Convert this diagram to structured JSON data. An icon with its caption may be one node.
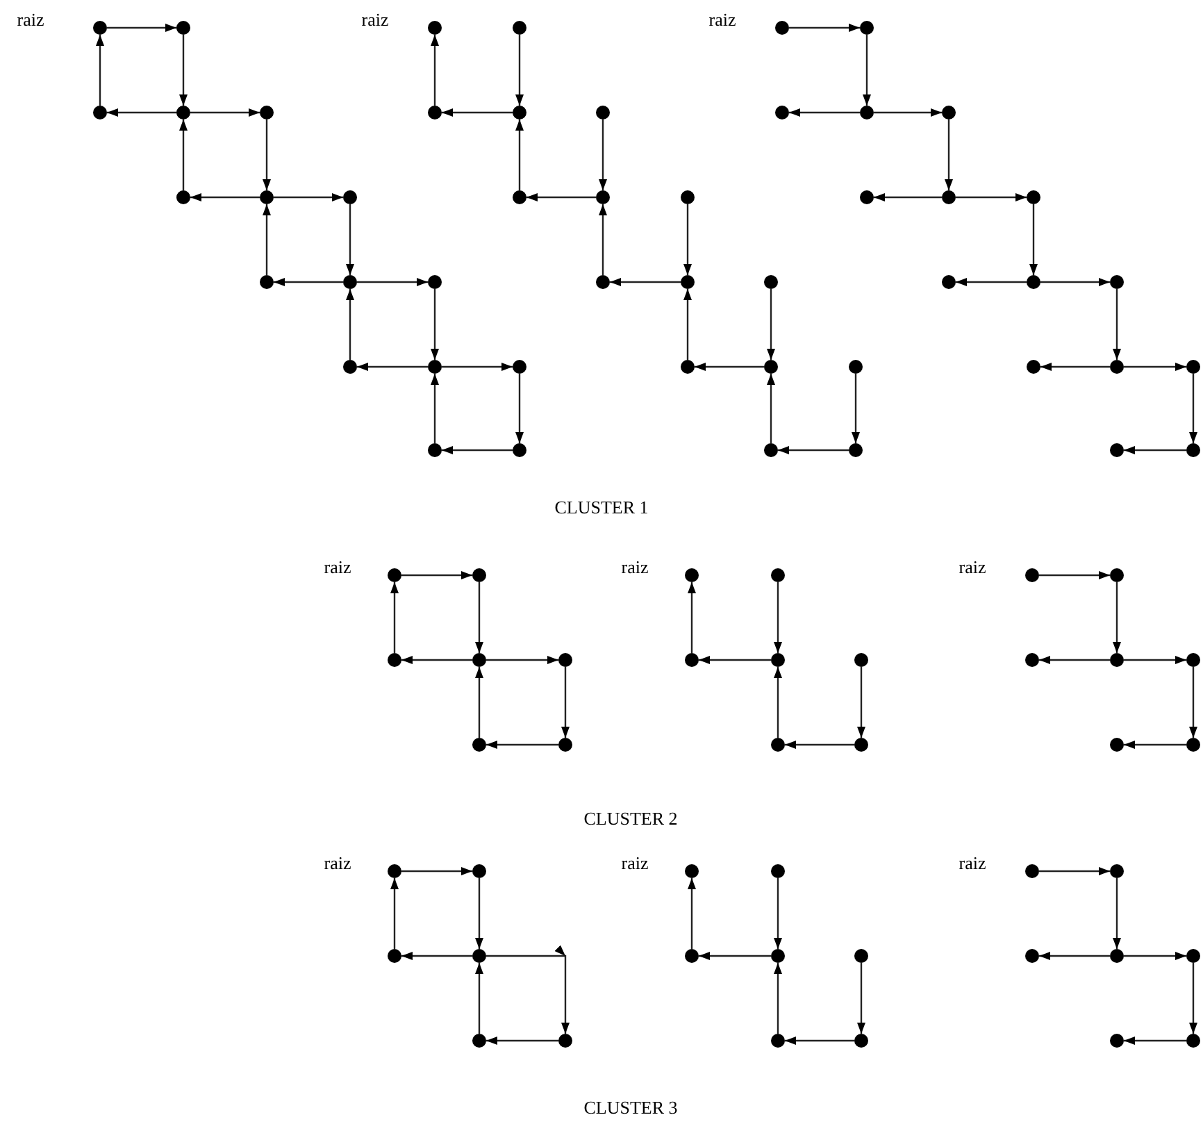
{
  "diagram": {
    "nodes": [
      {
        "text": [],
        "shape": "circle"
      },
      {
        "text": [],
        "shape": "circle"
      },
      {
        "text": [],
        "shape": "circle"
      },
      {
        "text": [],
        "shape": "circle"
      },
      {
        "text": [],
        "shape": "circle"
      },
      {
        "text": [],
        "shape": "circle"
      },
      {
        "text": [],
        "shape": "circle"
      },
      {
        "text": [],
        "shape": "circle"
      },
      {
        "text": [],
        "shape": "circle"
      },
      {
        "text": [],
        "shape": "circle"
      },
      {
        "text": [],
        "shape": "circle"
      },
      {
        "text": [],
        "shape": "circle"
      },
      {
        "text": [],
        "shape": "circle"
      },
      {
        "text": [],
        "shape": "circle"
      },
      {
        "text": [],
        "shape": "circle"
      },
      {
        "text": [],
        "shape": "circle"
      },
      {
        "text": [],
        "shape": "circle"
      },
      {
        "text": [],
        "shape": "circle"
      },
      {
        "text": [],
        "shape": "circle"
      },
      {
        "text": [],
        "shape": "circle"
      },
      {
        "text": [],
        "shape": "circle"
      },
      {
        "text": [],
        "shape": "circle"
      },
      {
        "text": [],
        "shape": "circle"
      },
      {
        "text": [],
        "shape": "circle"
      },
      {
        "text": [],
        "shape": "circle"
      },
      {
        "text": [],
        "shape": "circle"
      },
      {
        "text": [],
        "shape": "circle"
      },
      {
        "text": [],
        "shape": "circle"
      },
      {
        "text": [],
        "shape": "circle"
      },
      {
        "text": [],
        "shape": "circle"
      },
      {
        "text": [],
        "shape": "circle"
      },
      {
        "text": [],
        "shape": "circle"
      },
      {
        "text": [],
        "shape": "circle"
      },
      {
        "text": [],
        "shape": "circle"
      },
      {
        "text": [],
        "shape": "circle"
      },
      {
        "text": [],
        "shape": "circle"
      },
      {
        "text": [],
        "shape": "circle"
      },
      {
        "text": [],
        "shape": "circle"
      },
      {
        "text": [],
        "shape": "circle"
      },
      {
        "text": [],
        "shape": "circle"
      },
      {
        "text": [],
        "shape": "circle"
      },
      {
        "text": [],
        "shape": "circle"
      },
      {
        "text": [],
        "shape": "circle"
      },
      {
        "text": [],
        "shape": "circle"
      },
      {
        "text": [],
        "shape": "circle"
      },
      {
        "text": [],
        "shape": "circle"
      },
      {
        "text": [],
        "shape": "circle"
      },
      {
        "text": [],
        "shape": "circle"
      },
      {
        "text": [],
        "shape": "circle"
      },
      {
        "text": [],
        "shape": "circle"
      },
      {
        "text": [],
        "shape": "circle"
      },
      {
        "text": [],
        "shape": "circle"
      },
      {
        "text": [],
        "shape": "circle"
      },
      {
        "text": [],
        "shape": "circle"
      },
      {
        "text": [],
        "shape": "circle"
      },
      {
        "text": [],
        "shape": "circle"
      },
      {
        "text": [],
        "shape": "circle"
      },
      {
        "text": [],
        "shape": "circle"
      },
      {
        "text": [],
        "shape": "circle"
      },
      {
        "text": [],
        "shape": "circle"
      },
      {
        "text": [],
        "shape": "circle"
      },
      {
        "text": [],
        "shape": "circle"
      },
      {
        "text": [],
        "shape": "circle"
      },
      {
        "text": [],
        "shape": "circle"
      },
      {
        "text": [],
        "shape": "circle"
      },
      {
        "text": [],
        "shape": "circle"
      },
      {
        "text": [],
        "shape": "circle"
      },
      {
        "text": [],
        "shape": "circle"
      },
      {
        "text": [],
        "shape": "circle"
      },
      {
        "text": [],
        "shape": "circle"
      },
      {
        "text": [],
        "shape": "circle"
      },
      {
        "text": [],
        "shape": "circle"
      },
      {
        "text": [],
        "shape": "circle"
      },
      {
        "text": [],
        "shape": "circle"
      },
      {
        "text": [],
        "shape": "circle"
      },
      {
        "text": [],
        "shape": "circle"
      },
      {
        "text": [],
        "shape": "circle"
      },
      {
        "text": [],
        "shape": "circle"
      },
      {
        "text": [],
        "shape": "circle"
      },
      {
        "text": [],
        "shape": "circle"
      },
      {
        "text": [],
        "shape": "circle"
      },
      {
        "text": [],
        "shape": "circle"
      },
      {
        "text": [],
        "shape": "circle"
      },
      {
        "text": [],
        "shape": "circle"
      },
      {
        "text": [],
        "shape": "circle"
      },
      {
        "text": [],
        "shape": "circle"
      },
      {
        "text": [],
        "shape": "circle"
      },
      {
        "text": [],
        "shape": "circle"
      },
      {
        "text": [],
        "shape": "circle"
      }
    ],
    "edges": [
      {
        "from": 0,
        "to": 1,
        "arrow": "to"
      },
      {
        "from": 1,
        "to": 3,
        "arrow": "to"
      },
      {
        "from": 2,
        "to": 0,
        "arrow": "to"
      },
      {
        "from": 3,
        "to": 2,
        "arrow": "to"
      },
      {
        "from": 3,
        "to": 4,
        "arrow": "to"
      },
      {
        "from": 5,
        "to": 3,
        "arrow": "to"
      },
      {
        "from": 4,
        "to": 6,
        "arrow": "to"
      },
      {
        "from": 6,
        "to": 5,
        "arrow": "to"
      },
      {
        "from": 6,
        "to": 7,
        "arrow": "to"
      },
      {
        "from": 8,
        "to": 6,
        "arrow": "to"
      },
      {
        "from": 7,
        "to": 9,
        "arrow": "to"
      },
      {
        "from": 9,
        "to": 8,
        "arrow": "to"
      },
      {
        "from": 9,
        "to": 10,
        "arrow": "to"
      },
      {
        "from": 11,
        "to": 9,
        "arrow": "to"
      },
      {
        "from": 10,
        "to": 12,
        "arrow": "to"
      },
      {
        "from": 12,
        "to": 11,
        "arrow": "to"
      },
      {
        "from": 12,
        "to": 13,
        "arrow": "to"
      },
      {
        "from": 14,
        "to": 12,
        "arrow": "to"
      },
      {
        "from": 13,
        "to": 15,
        "arrow": "to"
      },
      {
        "from": 15,
        "to": 14,
        "arrow": "to"
      },
      {
        "from": 18,
        "to": 16,
        "arrow": "to"
      },
      {
        "from": 17,
        "to": 19,
        "arrow": "to"
      },
      {
        "from": 19,
        "to": 18,
        "arrow": "to"
      },
      {
        "from": 21,
        "to": 19,
        "arrow": "to"
      },
      {
        "from": 20,
        "to": 22,
        "arrow": "to"
      },
      {
        "from": 22,
        "to": 21,
        "arrow": "to"
      },
      {
        "from": 24,
        "to": 22,
        "arrow": "to"
      },
      {
        "from": 23,
        "to": 25,
        "arrow": "to"
      },
      {
        "from": 25,
        "to": 24,
        "arrow": "to"
      },
      {
        "from": 27,
        "to": 25,
        "arrow": "to"
      },
      {
        "from": 26,
        "to": 28,
        "arrow": "to"
      },
      {
        "from": 28,
        "to": 27,
        "arrow": "to"
      },
      {
        "from": 30,
        "to": 28,
        "arrow": "to"
      },
      {
        "from": 29,
        "to": 31,
        "arrow": "to"
      },
      {
        "from": 31,
        "to": 30,
        "arrow": "to"
      },
      {
        "from": 32,
        "to": 33,
        "arrow": "to"
      },
      {
        "from": 33,
        "to": 35,
        "arrow": "to"
      },
      {
        "from": 35,
        "to": 34,
        "arrow": "to"
      },
      {
        "from": 35,
        "to": 36,
        "arrow": "to"
      },
      {
        "from": 36,
        "to": 38,
        "arrow": "to"
      },
      {
        "from": 38,
        "to": 37,
        "arrow": "to"
      },
      {
        "from": 38,
        "to": 39,
        "arrow": "to"
      },
      {
        "from": 39,
        "to": 41,
        "arrow": "to"
      },
      {
        "from": 41,
        "to": 40,
        "arrow": "to"
      },
      {
        "from": 41,
        "to": 42,
        "arrow": "to"
      },
      {
        "from": 42,
        "to": 44,
        "arrow": "to"
      },
      {
        "from": 44,
        "to": 43,
        "arrow": "to"
      },
      {
        "from": 44,
        "to": 45,
        "arrow": "to"
      },
      {
        "from": 45,
        "to": 47,
        "arrow": "to"
      },
      {
        "from": 47,
        "to": 46,
        "arrow": "to"
      },
      {
        "from": 48,
        "to": 49,
        "arrow": "to"
      },
      {
        "from": 49,
        "to": 51,
        "arrow": "to"
      },
      {
        "from": 50,
        "to": 48,
        "arrow": "to"
      },
      {
        "from": 51,
        "to": 50,
        "arrow": "to"
      },
      {
        "from": 51,
        "to": 52,
        "arrow": "to"
      },
      {
        "from": 53,
        "to": 51,
        "arrow": "to"
      },
      {
        "from": 52,
        "to": 54,
        "arrow": "to"
      },
      {
        "from": 54,
        "to": 53,
        "arrow": "to"
      },
      {
        "from": 57,
        "to": 55,
        "arrow": "to"
      },
      {
        "from": 56,
        "to": 58,
        "arrow": "to"
      },
      {
        "from": 58,
        "to": 57,
        "arrow": "to"
      },
      {
        "from": 60,
        "to": 58,
        "arrow": "to"
      },
      {
        "from": 59,
        "to": 61,
        "arrow": "to"
      },
      {
        "from": 61,
        "to": 60,
        "arrow": "to"
      },
      {
        "from": 62,
        "to": 63,
        "arrow": "to"
      },
      {
        "from": 63,
        "to": 65,
        "arrow": "to"
      },
      {
        "from": 65,
        "to": 64,
        "arrow": "to"
      },
      {
        "from": 65,
        "to": 66,
        "arrow": "to"
      },
      {
        "from": 66,
        "to": 68,
        "arrow": "to"
      },
      {
        "from": 68,
        "to": 67,
        "arrow": "to"
      },
      {
        "from": 69,
        "to": 70,
        "arrow": "to"
      },
      {
        "from": 70,
        "to": 72,
        "arrow": "to"
      },
      {
        "from": 71,
        "to": 69,
        "arrow": "to"
      },
      {
        "from": 72,
        "to": 71,
        "arrow": "to"
      },
      {
        "from": 72,
        "to": 74,
        "arrow": "to"
      },
      {
        "from": 73,
        "to": 72,
        "arrow": "to"
      },
      {
        "from": 74,
        "to": 73,
        "arrow": "to"
      },
      {
        "from": 77,
        "to": 75,
        "arrow": "to"
      },
      {
        "from": 76,
        "to": 78,
        "arrow": "to"
      },
      {
        "from": 78,
        "to": 77,
        "arrow": "to"
      },
      {
        "from": 80,
        "to": 78,
        "arrow": "to"
      },
      {
        "from": 79,
        "to": 81,
        "arrow": "to"
      },
      {
        "from": 81,
        "to": 80,
        "arrow": "to"
      },
      {
        "from": 82,
        "to": 83,
        "arrow": "to"
      },
      {
        "from": 83,
        "to": 85,
        "arrow": "to"
      },
      {
        "from": 85,
        "to": 84,
        "arrow": "to"
      },
      {
        "from": 85,
        "to": 86,
        "arrow": "to"
      },
      {
        "from": 86,
        "to": 88,
        "arrow": "to"
      },
      {
        "from": 88,
        "to": 87,
        "arrow": "to"
      }
    ],
    "labels": [
      "raiz",
      "raiz",
      "raiz",
      "CLUSTER 1",
      "raiz",
      "raiz",
      "raiz",
      "CLUSTER 2",
      "raiz",
      "raiz",
      "raiz",
      "CLUSTER 3"
    ]
  }
}
